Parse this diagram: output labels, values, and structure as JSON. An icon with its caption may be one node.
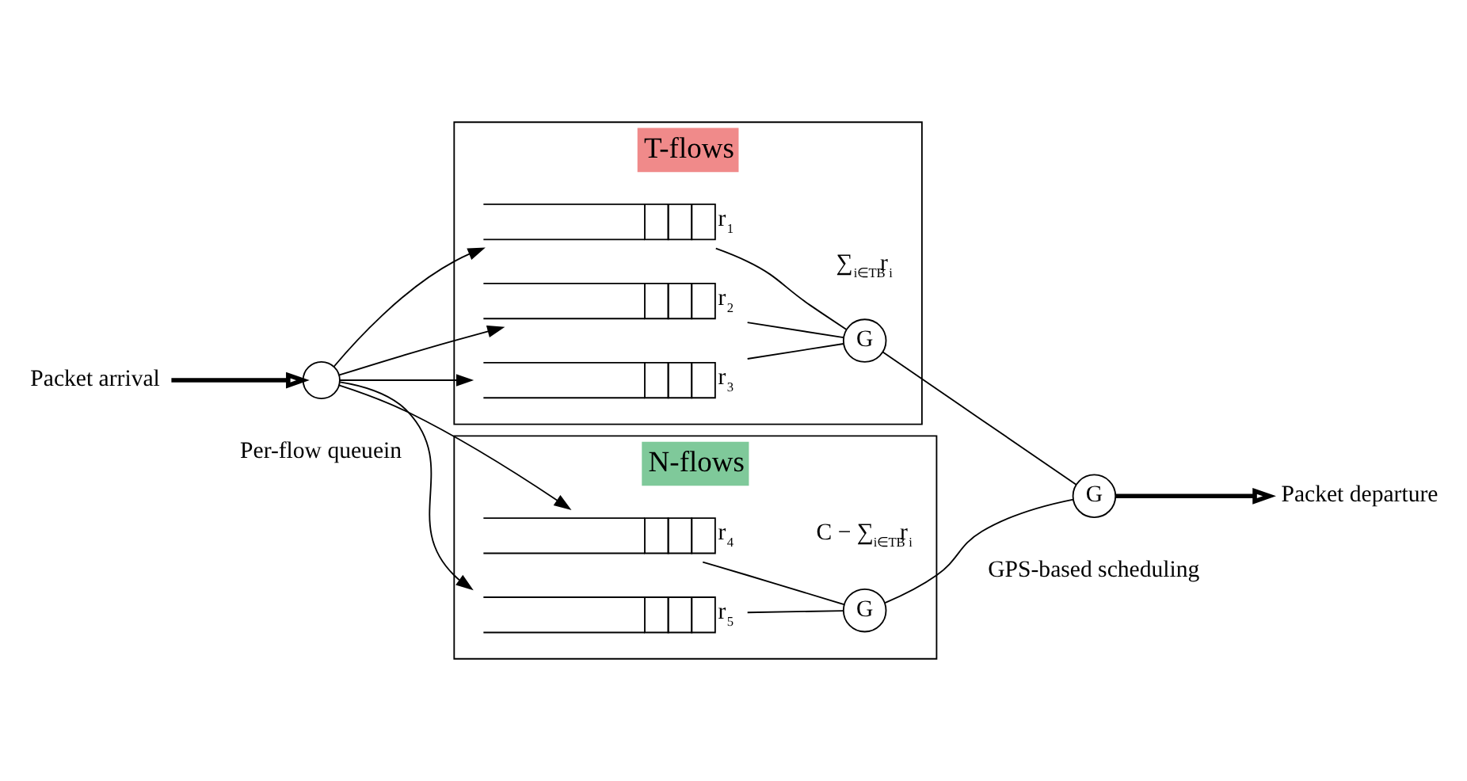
{
  "diagram": {
    "nodes": [
      {
        "text": [
          "Packet arrival"
        ]
      },
      {
        "text": [],
        "shape": "circle",
        "beside": [
          "Per-flow queuein"
        ]
      },
      {
        "text": [
          "T-flows"
        ]
      },
      {
        "text": [
          "r$_{1}$"
        ],
        "in": 2
      },
      {
        "text": [
          "r$_{2}$"
        ],
        "in": 2
      },
      {
        "text": [
          "r$_{3}$"
        ],
        "in": 2
      },
      {
        "text": [
          "G"
        ],
        "in": 2,
        "beside": [
          "∑$_{i∈TB}$r$_{i}$"
        ]
      },
      {
        "text": [
          "N-flows"
        ]
      },
      {
        "text": [
          "r$_{4}$"
        ],
        "in": 7
      },
      {
        "text": [
          "r$_{5}$"
        ],
        "in": 7
      },
      {
        "text": [
          "G"
        ],
        "in": 7,
        "beside": [
          "C − ∑$_{i∈TB}$r$_{i}$"
        ]
      },
      {
        "text": [
          "G"
        ],
        "beside": [
          "GPS-based scheduling"
        ]
      },
      {
        "text": [
          "Packet departure"
        ]
      }
    ],
    "edges": [
      {
        "from": 0,
        "to": 1,
        "arrow": "to",
        "style": "thick"
      },
      {
        "from": 1,
        "to": 3,
        "arrow": "to"
      },
      {
        "from": 1,
        "to": 4,
        "arrow": "to"
      },
      {
        "from": 1,
        "to": 5,
        "arrow": "to"
      },
      {
        "from": 1,
        "to": 8,
        "arrow": "to"
      },
      {
        "from": 1,
        "to": 9,
        "arrow": "to"
      },
      {
        "from": 3,
        "to": 6,
        "arrow": "none"
      },
      {
        "from": 4,
        "to": 6,
        "arrow": "none"
      },
      {
        "from": 5,
        "to": 6,
        "arrow": "none"
      },
      {
        "from": 8,
        "to": 10,
        "arrow": "none"
      },
      {
        "from": 9,
        "to": 10,
        "arrow": "none"
      },
      {
        "from": 6,
        "to": 11,
        "arrow": "none"
      },
      {
        "from": 10,
        "to": 11,
        "arrow": "none"
      },
      {
        "from": 11,
        "to": 12,
        "arrow": "to",
        "style": "thick"
      }
    ]
  }
}
